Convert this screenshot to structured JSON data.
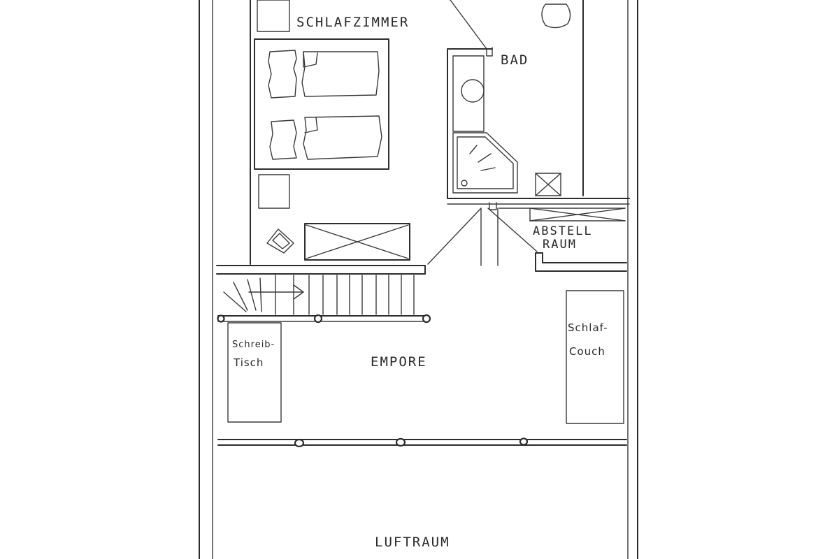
{
  "rooms": {
    "bedroom": "SCHLAFZIMMER",
    "bath": "BAD",
    "storage_line1": "ABSTELL",
    "storage_line2": "RAUM",
    "gallery": "EMPORE",
    "air_space": "LUFTRAUM"
  },
  "furniture": {
    "desk_line1": "Schreib-",
    "desk_line2": "Tisch",
    "sofa_line1": "Schlaf-",
    "sofa_line2": "Couch"
  }
}
